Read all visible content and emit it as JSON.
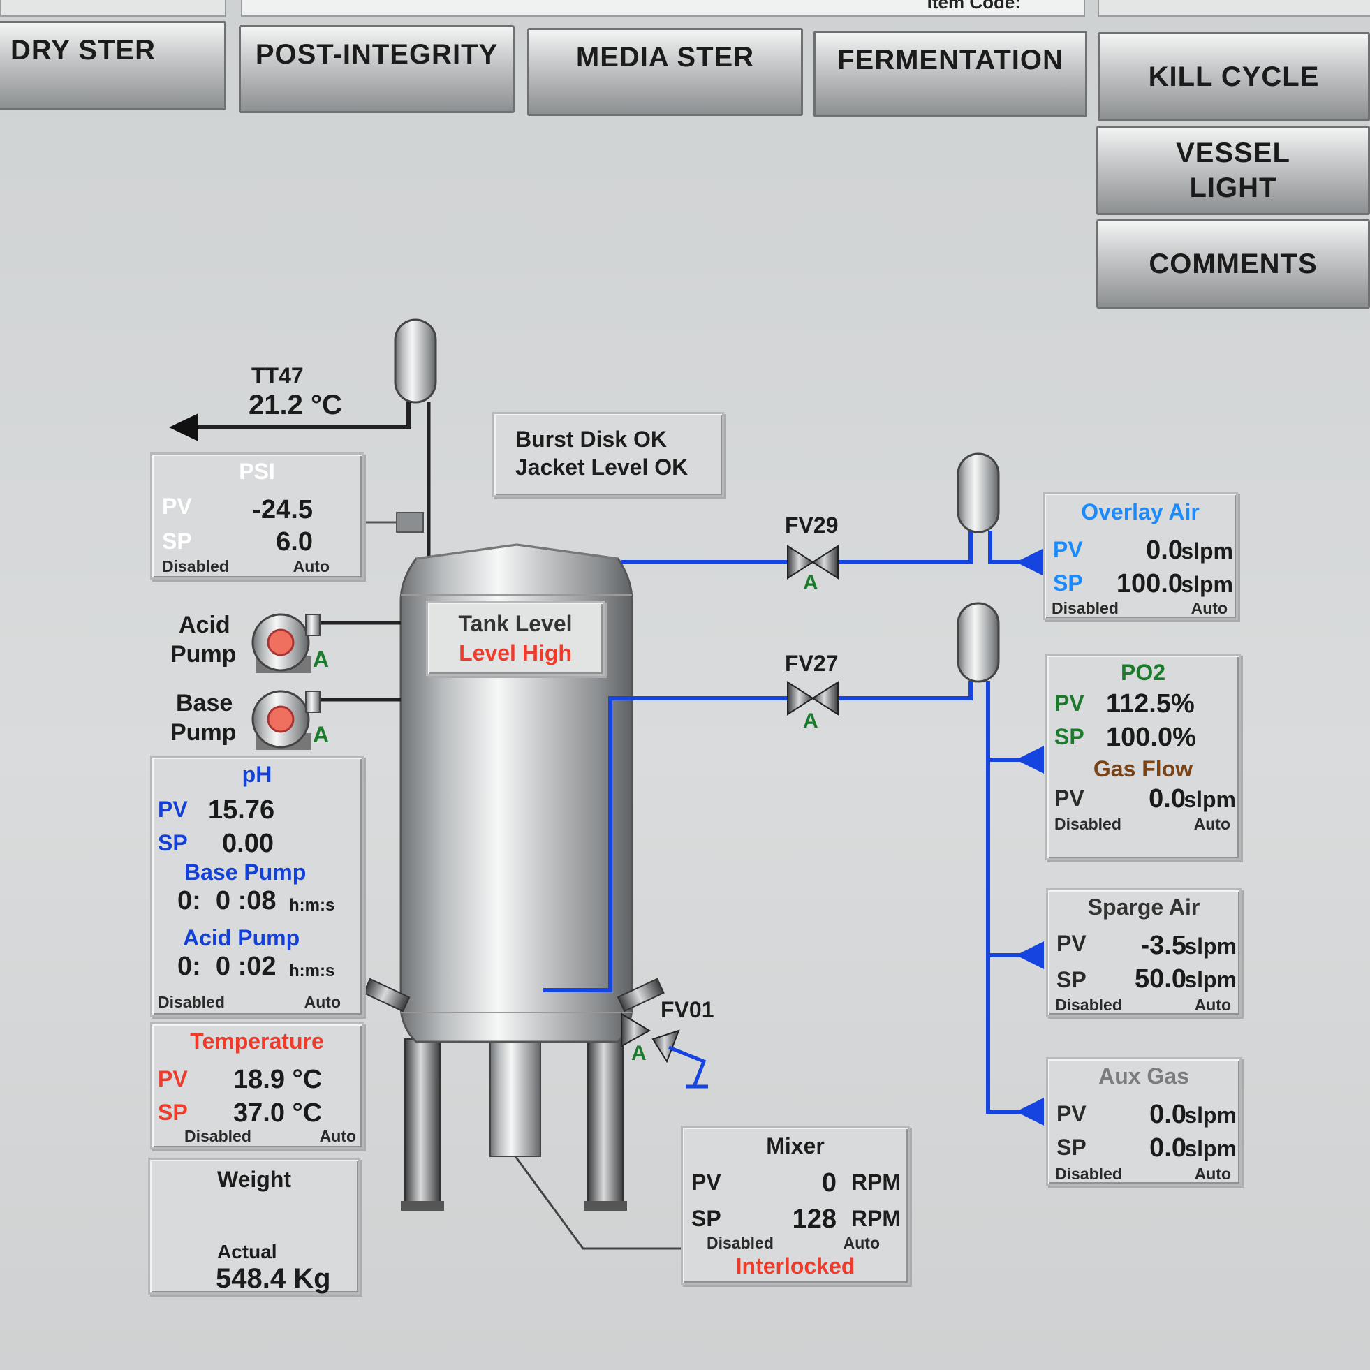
{
  "top": {
    "item_code_label": "Item Code:"
  },
  "nav": {
    "dry_ster": "DRY STER",
    "post_integrity": "POST-INTEGRITY",
    "media_ster": "MEDIA STER",
    "fermentation": "FERMENTATION",
    "kill_cycle": "KILL CYCLE",
    "vessel_light": "VESSEL LIGHT",
    "comments": "COMMENTS"
  },
  "tt47": {
    "label": "TT47",
    "value": "21.2 °C"
  },
  "status": {
    "burst_disk": "Burst Disk OK",
    "jacket_level": "Jacket Level OK"
  },
  "tank_level": {
    "title": "Tank Level",
    "status": "Level High"
  },
  "psi": {
    "title": "PSI",
    "pv_label": "PV",
    "pv": "-24.5",
    "sp_label": "SP",
    "sp": "6.0",
    "left": "Disabled",
    "right": "Auto"
  },
  "pumps": {
    "acid_l1": "Acid",
    "acid_l2": "Pump",
    "base_l1": "Base",
    "base_l2": "Pump",
    "mode": "A"
  },
  "ph": {
    "title": "pH",
    "pv_label": "PV",
    "pv": "15.76",
    "sp_label": "SP",
    "sp": "0.00",
    "base_pump_label": "Base Pump",
    "base_pump_time": "0:  0 :08",
    "acid_pump_label": "Acid Pump",
    "acid_pump_time": "0:  0 :02",
    "time_unit": "h:m:s",
    "left": "Disabled",
    "right": "Auto"
  },
  "temperature": {
    "title": "Temperature",
    "pv_label": "PV",
    "pv": "18.9 °C",
    "sp_label": "SP",
    "sp": "37.0 °C",
    "left": "Disabled",
    "right": "Auto"
  },
  "weight": {
    "title": "Weight",
    "actual_label": "Actual",
    "actual": "548.4 Kg"
  },
  "valves": {
    "fv29": "FV29",
    "fv27": "FV27",
    "fv01": "FV01",
    "mode": "A"
  },
  "mixer": {
    "title": "Mixer",
    "pv_label": "PV",
    "pv": "0",
    "sp_label": "SP",
    "sp": "128",
    "unit": "RPM",
    "left": "Disabled",
    "right": "Auto",
    "status": "Interlocked"
  },
  "overlay_air": {
    "title": "Overlay Air",
    "pv_label": "PV",
    "pv": "0.0",
    "sp_label": "SP",
    "sp": "100.0",
    "unit": "slpm",
    "left": "Disabled",
    "right": "Auto"
  },
  "po2": {
    "title": "PO2",
    "pv_label": "PV",
    "pv": "112.5%",
    "sp_label": "SP",
    "sp": "100.0%",
    "gas_flow_label": "Gas Flow",
    "gf_pv_label": "PV",
    "gf_pv": "0.0",
    "unit": "slpm",
    "left": "Disabled",
    "right": "Auto"
  },
  "sparge_air": {
    "title": "Sparge Air",
    "pv_label": "PV",
    "pv": "-3.5",
    "sp_label": "SP",
    "sp": "50.0",
    "unit": "slpm",
    "left": "Disabled",
    "right": "Auto"
  },
  "aux_gas": {
    "title": "Aux Gas",
    "pv_label": "PV",
    "pv": "0.0",
    "sp_label": "SP",
    "sp": "0.0",
    "unit": "slpm",
    "left": "Disabled",
    "right": "Auto"
  }
}
